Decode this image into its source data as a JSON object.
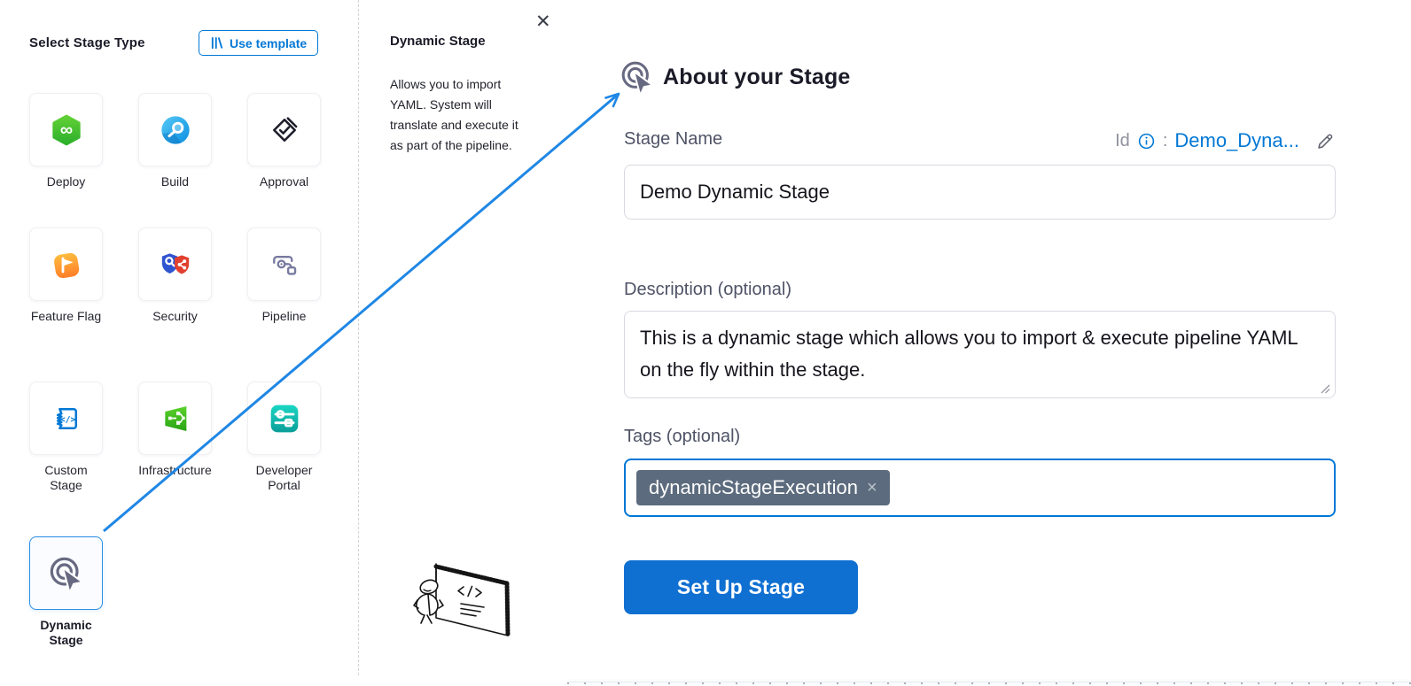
{
  "left_panel": {
    "title": "Select Stage Type",
    "use_template_button": "Use template",
    "stages": [
      {
        "label": "Deploy",
        "icon": "deploy-icon"
      },
      {
        "label": "Build",
        "icon": "build-icon"
      },
      {
        "label": "Approval",
        "icon": "approval-icon"
      },
      {
        "label": "Feature Flag",
        "icon": "feature-flag-icon"
      },
      {
        "label": "Security",
        "icon": "security-icon"
      },
      {
        "label": "Pipeline",
        "icon": "pipeline-icon"
      },
      {
        "label": "Custom Stage",
        "icon": "custom-stage-icon"
      },
      {
        "label": "Infrastructure",
        "icon": "infrastructure-icon"
      },
      {
        "label": "Developer Portal",
        "icon": "developer-portal-icon"
      },
      {
        "label": "Dynamic Stage",
        "icon": "dynamic-stage-icon",
        "selected": true
      }
    ]
  },
  "info_panel": {
    "close_icon": "✕",
    "title": "Dynamic Stage",
    "description": "Allows you to import YAML. System will translate and execute it as part of the pipeline."
  },
  "about_panel": {
    "title": "About your Stage",
    "stage_name_label": "Stage Name",
    "id_label": "Id",
    "id_colon": ":",
    "id_value": "Demo_Dyna...",
    "stage_name_value": "Demo Dynamic Stage",
    "description_label": "Description (optional)",
    "description_value": "This is a dynamic stage which allows you to import & execute pipeline YAML on the fly within the stage.",
    "tags_label": "Tags (optional)",
    "tags": [
      {
        "text": "dynamicStageExecution",
        "remove": "×"
      }
    ],
    "setup_button": "Set Up Stage"
  },
  "colors": {
    "accent_blue": "#0278d5",
    "button_blue": "#1070d2",
    "arrow_blue": "#1f87e5",
    "tag_chip": "#5c6b7d",
    "deploy_green": "#3fc13f",
    "build_blue": "#0b8fe0",
    "feature_flag_orange": "#ff8f32",
    "security_shield_blue": "#2f54d0",
    "security_shield_red": "#e2402f",
    "infrastructure_green": "#3cc21c",
    "developer_portal_teal": "#0fbfb2"
  }
}
